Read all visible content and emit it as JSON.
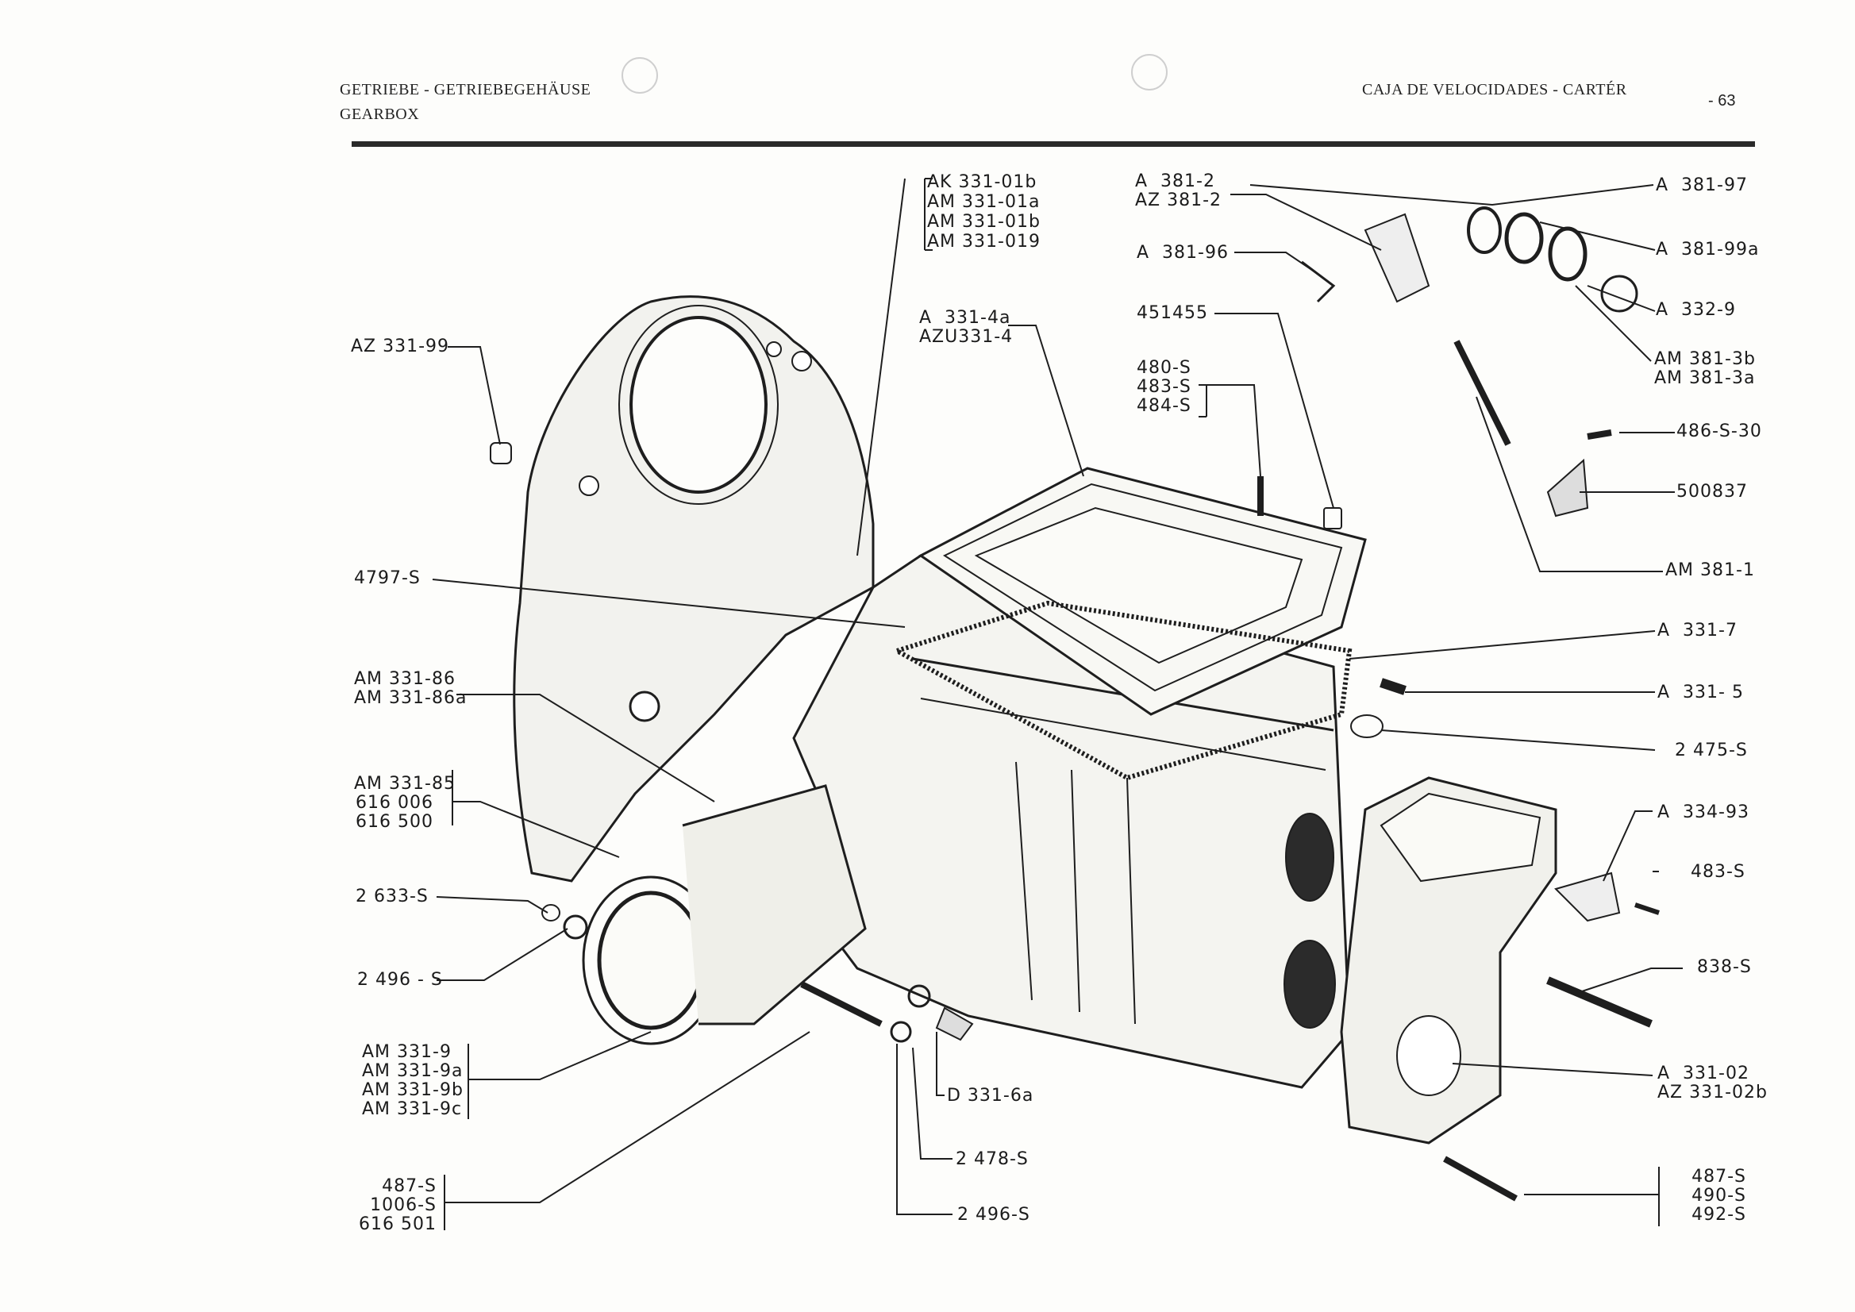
{
  "header": {
    "left_line1": "GETRIEBE - GETRIEBEGEHÄUSE",
    "left_line2": "GEARBOX",
    "right": "CAJA DE VELOCIDADES - CARTÉR",
    "page_number": "- 63"
  },
  "parts": {
    "ak331_group": [
      "AK 331-01b",
      "AM 331-01a",
      "AM 331-01b",
      "AM 331-019"
    ],
    "a381_2": [
      "A  381-2",
      "AZ 381-2"
    ],
    "a381_96": "A  381-96",
    "a381_97": "A  381-97",
    "a381_99a": "A  381-99a",
    "a332_9": "A  332-9",
    "am381_3": [
      "AM 381-3b",
      "AM 381-3a"
    ],
    "s486_30": "486-S-30",
    "p500837": "500837",
    "am381_1": "AM 381-1",
    "az331_99": "AZ 331-99",
    "a331_4": [
      "A  331-4a",
      "AZU331-4"
    ],
    "p451455": "451455",
    "s480_group": [
      "480-S",
      "483-S",
      "484-S"
    ],
    "s4797": "4797-S",
    "a331_7": "A  331-7",
    "am331_86": [
      "AM 331-86",
      "AM 331-86a"
    ],
    "a331_5": "A  331- 5",
    "s2475": "2 475-S",
    "am331_85": [
      "AM 331-85",
      "616 006",
      "616 500"
    ],
    "a334_93": "A  334-93",
    "s483": "483-S",
    "s2633": "2 633-S",
    "s2496_a": "2 496 - S",
    "s838": "838-S",
    "am331_9": [
      "AM 331-9",
      "AM 331-9a",
      "AM 331-9b",
      "AM 331-9c"
    ],
    "d331_6a": "D 331-6a",
    "a331_02": [
      "A  331-02",
      "AZ 331-02b"
    ],
    "s2478": "2 478-S",
    "s487_group_left": [
      "487-S",
      "1006-S",
      "616 501"
    ],
    "s2496_b": "2 496-S",
    "s487_group_right": [
      "487-S",
      "490-S",
      "492-S"
    ]
  }
}
